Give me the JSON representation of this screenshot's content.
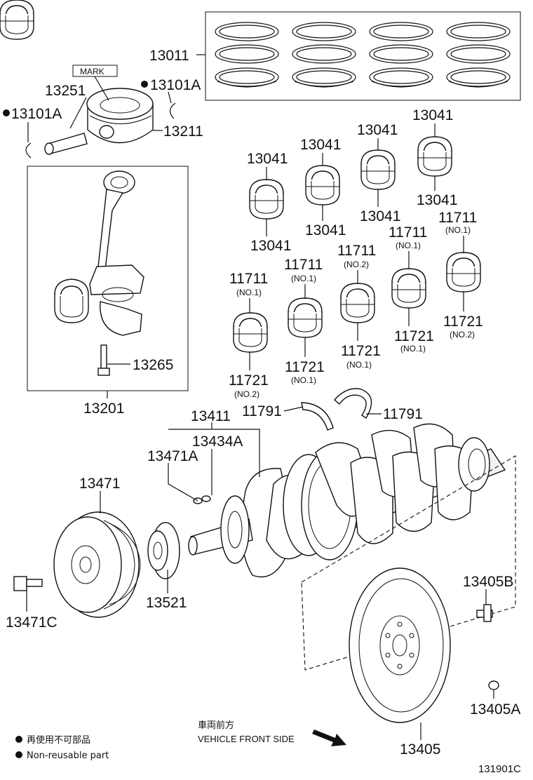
{
  "labels": {
    "p13011": "13011",
    "p13251": "13251",
    "mark": "MARK",
    "p13101a_right": "13101A",
    "p13101a_left": "13101A",
    "p13211": "13211",
    "p13041_a": "13041",
    "p13041_b": "13041",
    "p13041_c": "13041",
    "p13041_d": "13041",
    "p13041_e": "13041",
    "p13041_f": "13041",
    "p13041_g": "13041",
    "p13041_h": "13041",
    "p11711_a": "11711",
    "p11711_a_sub": "(NO.1)",
    "p11711_b": "11711",
    "p11711_b_sub": "(NO.1)",
    "p11711_c": "11711",
    "p11711_c_sub": "(NO.2)",
    "p11711_d": "11711",
    "p11711_d_sub": "(NO.1)",
    "p11711_e": "11711",
    "p11711_e_sub": "(NO.1)",
    "p11721_a": "11721",
    "p11721_a_sub": "(NO.2)",
    "p11721_b": "11721",
    "p11721_b_sub": "(NO.1)",
    "p11721_c": "11721",
    "p11721_c_sub": "(NO.1)",
    "p11721_d": "11721",
    "p11721_d_sub": "(NO.1)",
    "p11721_e": "11721",
    "p11721_e_sub": "(NO.2)",
    "p13265": "13265",
    "p13201": "13201",
    "p11791_left": "11791",
    "p11791_right": "11791",
    "p13411": "13411",
    "p13434a": "13434A",
    "p13471a": "13471A",
    "p13471": "13471",
    "p13521": "13521",
    "p13471c": "13471C",
    "p13405b": "13405B",
    "p13405a": "13405A",
    "p13405": "13405"
  },
  "notes": {
    "non_reusable_jp": "再使用不可部品",
    "non_reusable_en": "Non-reusable part",
    "direction_jp": "車両前方",
    "direction_en": "VEHICLE FRONT SIDE"
  },
  "diagram_code": "131901C"
}
